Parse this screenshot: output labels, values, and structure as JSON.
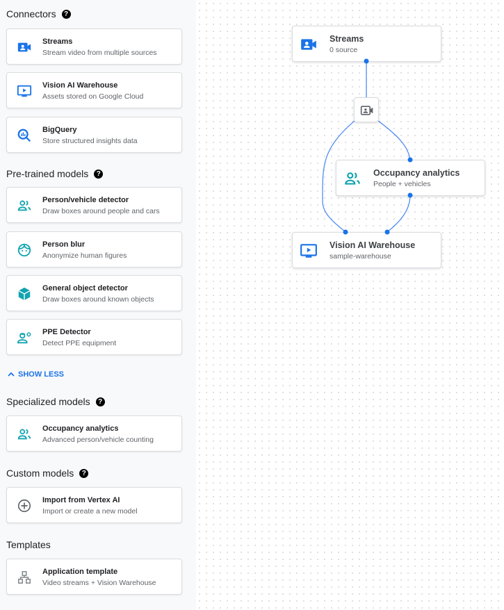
{
  "sidebar": {
    "connectors": {
      "heading": "Connectors",
      "items": [
        {
          "title": "Streams",
          "subtitle": "Stream video from multiple sources",
          "icon": "video-camera-icon"
        },
        {
          "title": "Vision AI Warehouse",
          "subtitle": "Assets stored on Google Cloud",
          "icon": "monitor-play-icon"
        },
        {
          "title": "BigQuery",
          "subtitle": "Store structured insights data",
          "icon": "bigquery-icon"
        }
      ]
    },
    "pretrained": {
      "heading": "Pre-trained models",
      "items": [
        {
          "title": "Person/vehicle detector",
          "subtitle": "Draw boxes around people and cars",
          "icon": "people-icon"
        },
        {
          "title": "Person blur",
          "subtitle": "Anonymize human figures",
          "icon": "face-icon"
        },
        {
          "title": "General object detector",
          "subtitle": "Draw boxes around known objects",
          "icon": "cube-icon"
        },
        {
          "title": "PPE Detector",
          "subtitle": "Detect PPE equipment",
          "icon": "ppe-icon"
        }
      ],
      "show_less": "SHOW LESS"
    },
    "specialized": {
      "heading": "Specialized models",
      "items": [
        {
          "title": "Occupancy analytics",
          "subtitle": "Advanced person/vehicle counting",
          "icon": "people-icon"
        }
      ]
    },
    "custom": {
      "heading": "Custom models",
      "items": [
        {
          "title": "Import from Vertex AI",
          "subtitle": "Import or create a new model",
          "icon": "add-circle-icon"
        }
      ]
    },
    "templates": {
      "heading": "Templates",
      "items": [
        {
          "title": "Application template",
          "subtitle": "Video streams + Vision Warehouse",
          "icon": "hierarchy-icon"
        }
      ]
    }
  },
  "graph": {
    "nodes": [
      {
        "title": "Streams",
        "subtitle": "0 source"
      },
      {
        "title": "Occupancy analytics",
        "subtitle": "People + vehicles"
      },
      {
        "title": "Vision AI Warehouse",
        "subtitle": "sample-warehouse"
      }
    ]
  },
  "colors": {
    "accent": "#1a73e8",
    "teal": "#12a4af",
    "edge": "#4285f4"
  }
}
